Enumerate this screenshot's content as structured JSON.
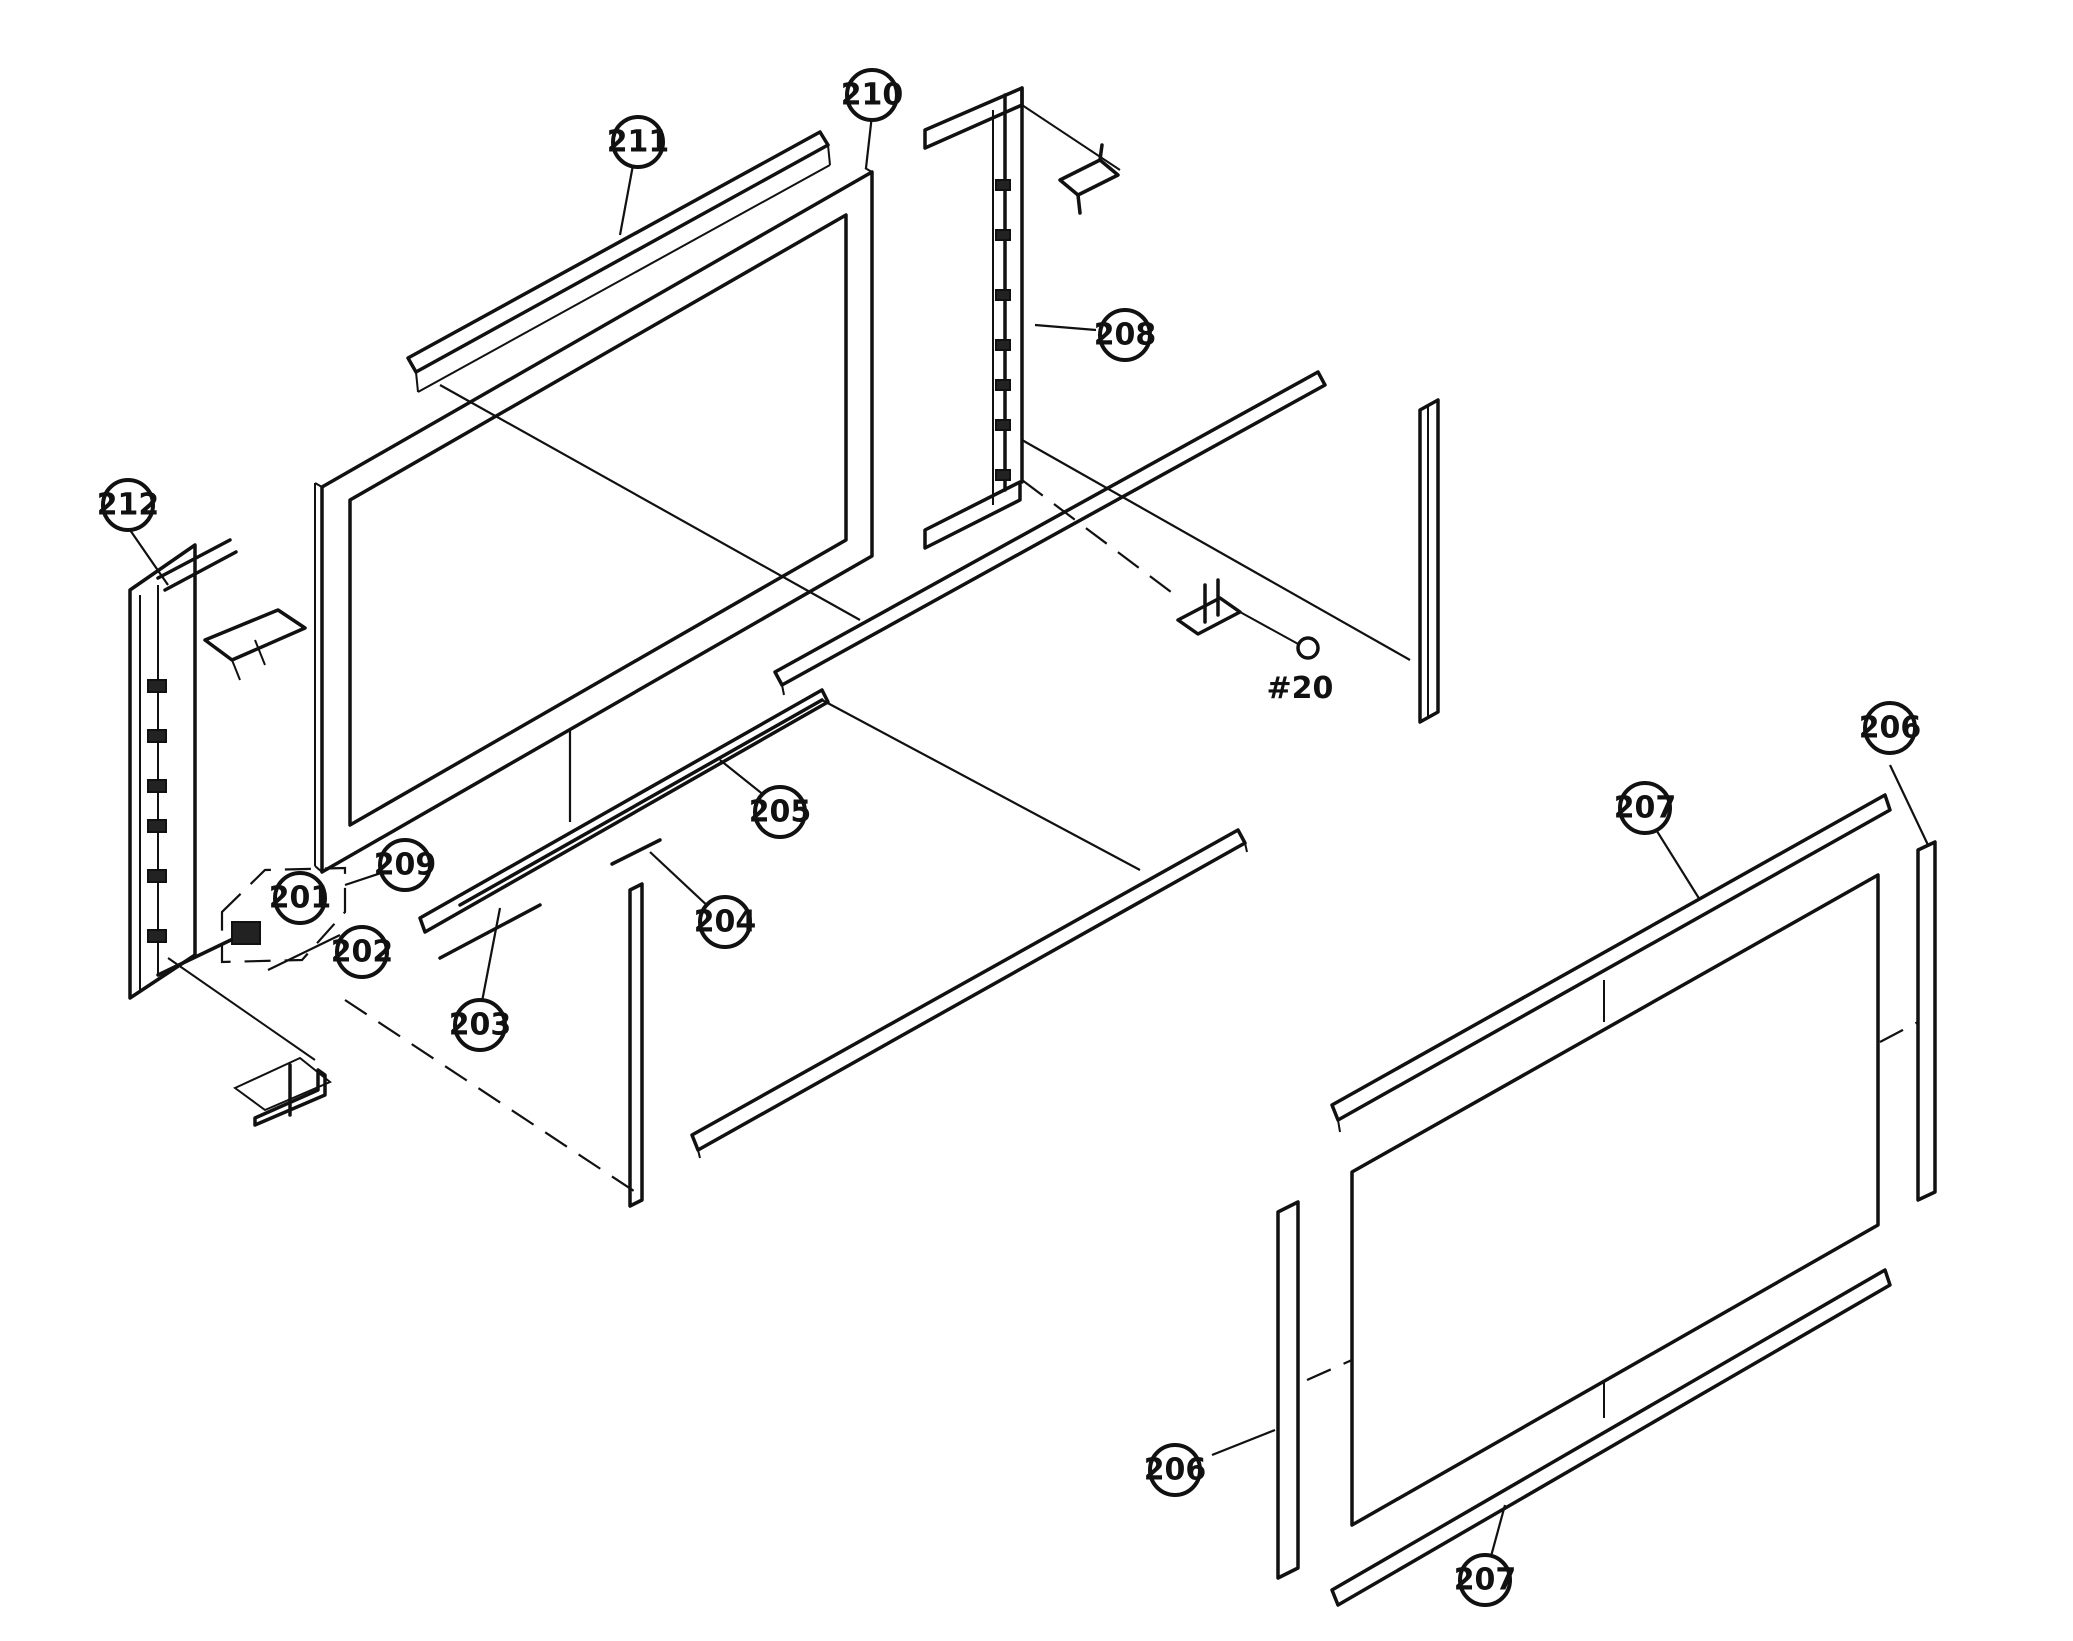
{
  "callouts": [
    {
      "id": "201",
      "text": "201"
    },
    {
      "id": "202",
      "text": "202"
    },
    {
      "id": "203",
      "text": "203"
    },
    {
      "id": "204",
      "text": "204"
    },
    {
      "id": "205",
      "text": "205"
    },
    {
      "id": "206a",
      "text": "206"
    },
    {
      "id": "206b",
      "text": "206"
    },
    {
      "id": "207a",
      "text": "207"
    },
    {
      "id": "207b",
      "text": "207"
    },
    {
      "id": "208",
      "text": "208"
    },
    {
      "id": "209",
      "text": "209"
    },
    {
      "id": "210",
      "text": "210"
    },
    {
      "id": "211",
      "text": "211"
    },
    {
      "id": "212",
      "text": "212"
    }
  ],
  "screw_label": "#20"
}
